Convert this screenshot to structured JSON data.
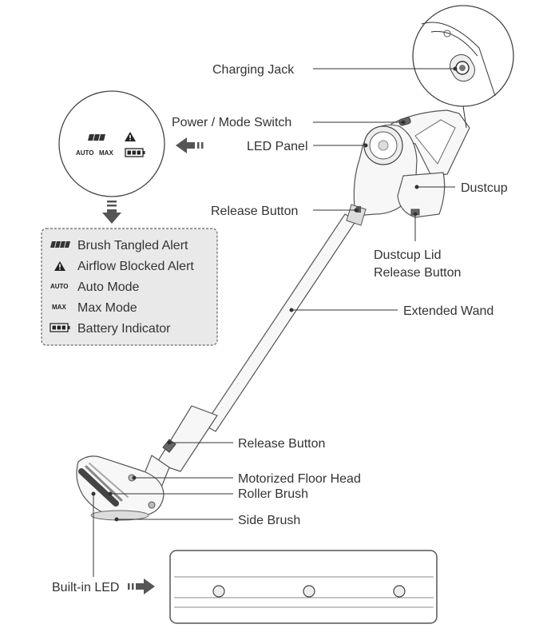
{
  "labels": {
    "charging_jack": "Charging Jack",
    "power_mode_switch": "Power / Mode Switch",
    "led_panel": "LED Panel",
    "dustcup": "Dustcup",
    "release_button_top": "Release Button",
    "dustcup_lid_release_1": "Dustcup Lid",
    "dustcup_lid_release_2": "Release Button",
    "extended_wand": "Extended Wand",
    "release_button_bottom": "Release Button",
    "motorized_floor_head": "Motorized Floor Head",
    "roller_brush": "Roller Brush",
    "side_brush": "Side Brush",
    "built_in_led": "Built-in LED"
  },
  "led_panel_closeup": {
    "auto_text": "AUTO",
    "max_text": "MAX"
  },
  "legend": {
    "items": [
      {
        "icon": "brush-tangled-icon",
        "text": "Brush Tangled Alert"
      },
      {
        "icon": "warning-icon",
        "text": "Airflow Blocked Alert"
      },
      {
        "icon": "auto-text-icon",
        "icon_text": "AUTO",
        "text": "Auto Mode"
      },
      {
        "icon": "max-text-icon",
        "icon_text": "MAX",
        "text": "Max Mode"
      },
      {
        "icon": "battery-icon",
        "text": "Battery Indicator"
      }
    ]
  }
}
